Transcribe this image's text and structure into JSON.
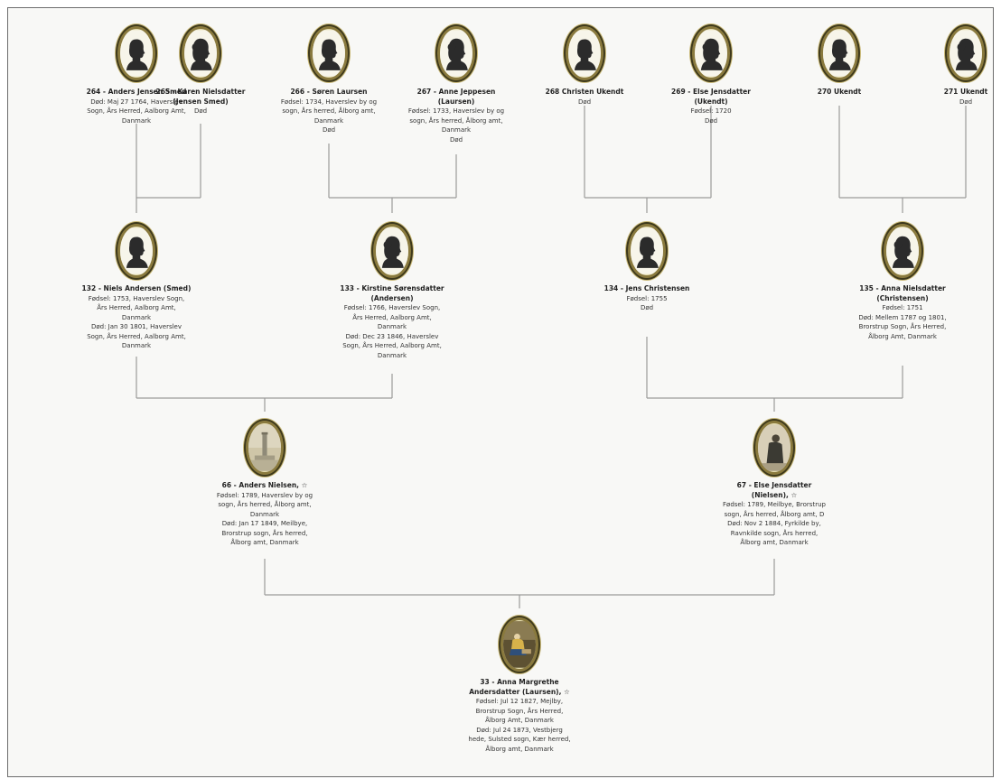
{
  "people": [
    {
      "id": "p264",
      "name": "264 - Anders Jensen Smed",
      "details": [
        "Død: Maj 27 1764, Haverslev",
        "Sogn, Års Herred, Aalborg Amt,",
        "Danmark"
      ],
      "portrait": "silhouette-male"
    },
    {
      "id": "p265",
      "name": "265 - Karen Nielsdatter",
      "details": [
        "(Jensen Smed)",
        "Død"
      ],
      "portrait": "silhouette-female",
      "bold_lines": 1
    },
    {
      "id": "p266",
      "name": "266 - Søren Laursen",
      "details": [
        "Fødsel: 1734, Haverslev by og",
        "sogn, Års herred, Ålborg amt,",
        "Danmark",
        "Død"
      ],
      "portrait": "silhouette-male"
    },
    {
      "id": "p267",
      "name": "267 - Anne Jeppesen",
      "details": [
        "(Laursen)",
        "Fødsel: 1733, Haverslev by og",
        "sogn, Års herred, Ålborg amt,",
        "Danmark",
        "Død"
      ],
      "portrait": "silhouette-female",
      "bold_lines": 1
    },
    {
      "id": "p268",
      "name": "268 Christen Ukendt",
      "details": [
        "Død"
      ],
      "portrait": "silhouette-male"
    },
    {
      "id": "p269",
      "name": "269 - Else Jensdatter",
      "details": [
        "(Ukendt)",
        "Fødsel: 1720",
        "Død"
      ],
      "portrait": "silhouette-female",
      "bold_lines": 1
    },
    {
      "id": "p270",
      "name": "270 Ukendt",
      "details": [],
      "portrait": "silhouette-male"
    },
    {
      "id": "p271",
      "name": "271 Ukendt",
      "details": [
        "Død"
      ],
      "portrait": "silhouette-female"
    },
    {
      "id": "p132",
      "name": "132 - Niels Andersen (Smed)",
      "details": [
        "Fødsel: 1753, Haverslev Sogn,",
        "Års Herred, Aalborg Amt,",
        "Danmark",
        "Død: Jan 30 1801, Haverslev",
        "Sogn, Års Herred, Aalborg Amt,",
        "Danmark"
      ],
      "portrait": "silhouette-male"
    },
    {
      "id": "p133",
      "name": "133 - Kirstine Sørensdatter",
      "details": [
        "(Andersen)",
        "Fødsel: 1766, Haverslev Sogn,",
        "Års Herred, Aalborg Amt,",
        "Danmark",
        "Død: Dec 23 1846, Haverslev",
        "Sogn, Års Herred, Aalborg Amt,",
        "Danmark"
      ],
      "portrait": "silhouette-female",
      "bold_lines": 1
    },
    {
      "id": "p134",
      "name": "134 - Jens Christensen",
      "details": [
        "Fødsel: 1755",
        "Død"
      ],
      "portrait": "silhouette-male"
    },
    {
      "id": "p135",
      "name": "135 - Anna Nielsdatter",
      "details": [
        "(Christensen)",
        "Fødsel: 1751",
        "Død: Mellem 1787 og 1801,",
        "Brorstrup Sogn, Års Herred,",
        "Ålborg Amt, Danmark"
      ],
      "portrait": "silhouette-female",
      "bold_lines": 1
    },
    {
      "id": "p66",
      "name": "66 - Anders Nielsen, ☆",
      "details": [
        "Fødsel: 1789, Haverslev by og",
        "sogn, Års herred, Ålborg amt,",
        "Danmark",
        "Død: Jan 17 1849, Meilbye,",
        "Brorstrup sogn, Års herred,",
        "Ålborg amt, Danmark"
      ],
      "portrait": "photo-monument"
    },
    {
      "id": "p67",
      "name": "67 - Else Jensdatter",
      "details": [
        "(Nielsen), ☆",
        "Fødsel: 1789, Meilbye, Brorstrup",
        "sogn, Års herred, Ålborg amt, D",
        "Død: Nov 2 1884, Fyrkilde by,",
        "Ravnkilde sogn, Års herred,",
        "Ålborg amt, Danmark"
      ],
      "portrait": "photo-woman",
      "bold_lines": 1
    },
    {
      "id": "p33",
      "name": "33 - Anna Margrethe",
      "details": [
        "Andersdatter (Laursen), ☆",
        "Fødsel: Jul 12 1827, Mejlby,",
        "Brorstrup Sogn, Års Herred,",
        "Ålborg Amt, Danmark",
        "Død: Jul 24 1873, Vestbjerg",
        "hede, Sulsted sogn, Kær herred,",
        "Ålborg amt, Danmark"
      ],
      "portrait": "photo-painting",
      "bold_lines": 1
    }
  ],
  "colors": {
    "line": "#9a9a9a",
    "frame": "#8a7a3e",
    "silhouette": "#2b2b2b"
  }
}
